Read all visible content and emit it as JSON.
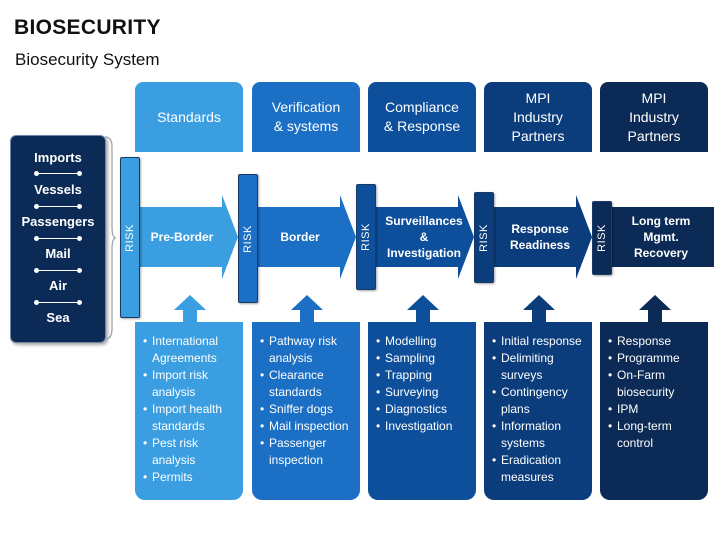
{
  "title": "BIOSECURITY",
  "subtitle": "Biosecurity System",
  "sources": [
    "Imports",
    "Vessels",
    "Passengers",
    "Mail",
    "Air",
    "Sea"
  ],
  "risk_label": "RISK",
  "colors": {
    "light": "#3a9ee0",
    "mid": "#1b6fc4",
    "deep": "#0e4f9c",
    "dark": "#0b3c7c",
    "darkest": "#0b2a55"
  },
  "columns": [
    {
      "header": "Standards",
      "stage": "Pre-Border",
      "items": [
        "International Agreements",
        "Import risk analysis",
        "Import health standards",
        "Pest risk analysis",
        "Permits"
      ]
    },
    {
      "header": "Verification\n& systems",
      "stage": "Border",
      "items": [
        "Pathway risk analysis",
        "Clearance standards",
        "Sniffer dogs",
        "Mail inspection",
        "Passenger inspection"
      ]
    },
    {
      "header": "Compliance\n& Response",
      "stage": "Surveillances\n&\nInvestigation",
      "items": [
        "Modelling",
        "Sampling",
        "Trapping",
        "Surveying",
        "Diagnostics",
        "Investigation"
      ]
    },
    {
      "header": "MPI\nIndustry\nPartners",
      "stage": "Response\nReadiness",
      "items": [
        "Initial response",
        "Delimiting surveys",
        "Contingency plans",
        "Information systems",
        "Eradication measures"
      ]
    },
    {
      "header": "MPI\nIndustry\nPartners",
      "stage": "Long term\nMgmt.\nRecovery",
      "items": [
        "Response",
        "Programme",
        "On-Farm biosecurity",
        "IPM",
        "Long-term control"
      ]
    }
  ]
}
